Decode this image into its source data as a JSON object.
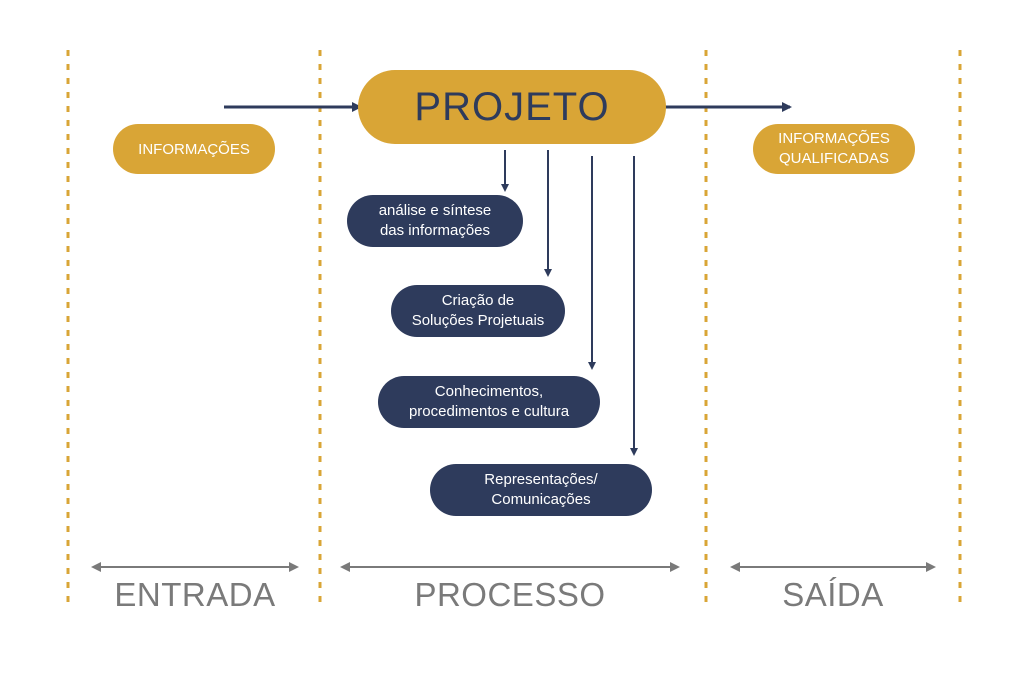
{
  "colors": {
    "gold": "#d9a536",
    "navy": "#2e3b5c",
    "gray": "#7a7a7a"
  },
  "center": {
    "title": "PROJETO"
  },
  "input": {
    "label": "INFORMAÇÕES"
  },
  "output": {
    "label": "INFORMAÇÕES\nQUALIFICADAS"
  },
  "steps": [
    {
      "label": "análise e síntese\ndas informações"
    },
    {
      "label": "Criação de\nSoluções Projetuais"
    },
    {
      "label": "Conhecimentos,\nprocedimentos e cultura"
    },
    {
      "label": "Representações/\nComunicações"
    }
  ],
  "phases": [
    {
      "label": "ENTRADA"
    },
    {
      "label": "PROCESSO"
    },
    {
      "label": "SAÍDA"
    }
  ]
}
